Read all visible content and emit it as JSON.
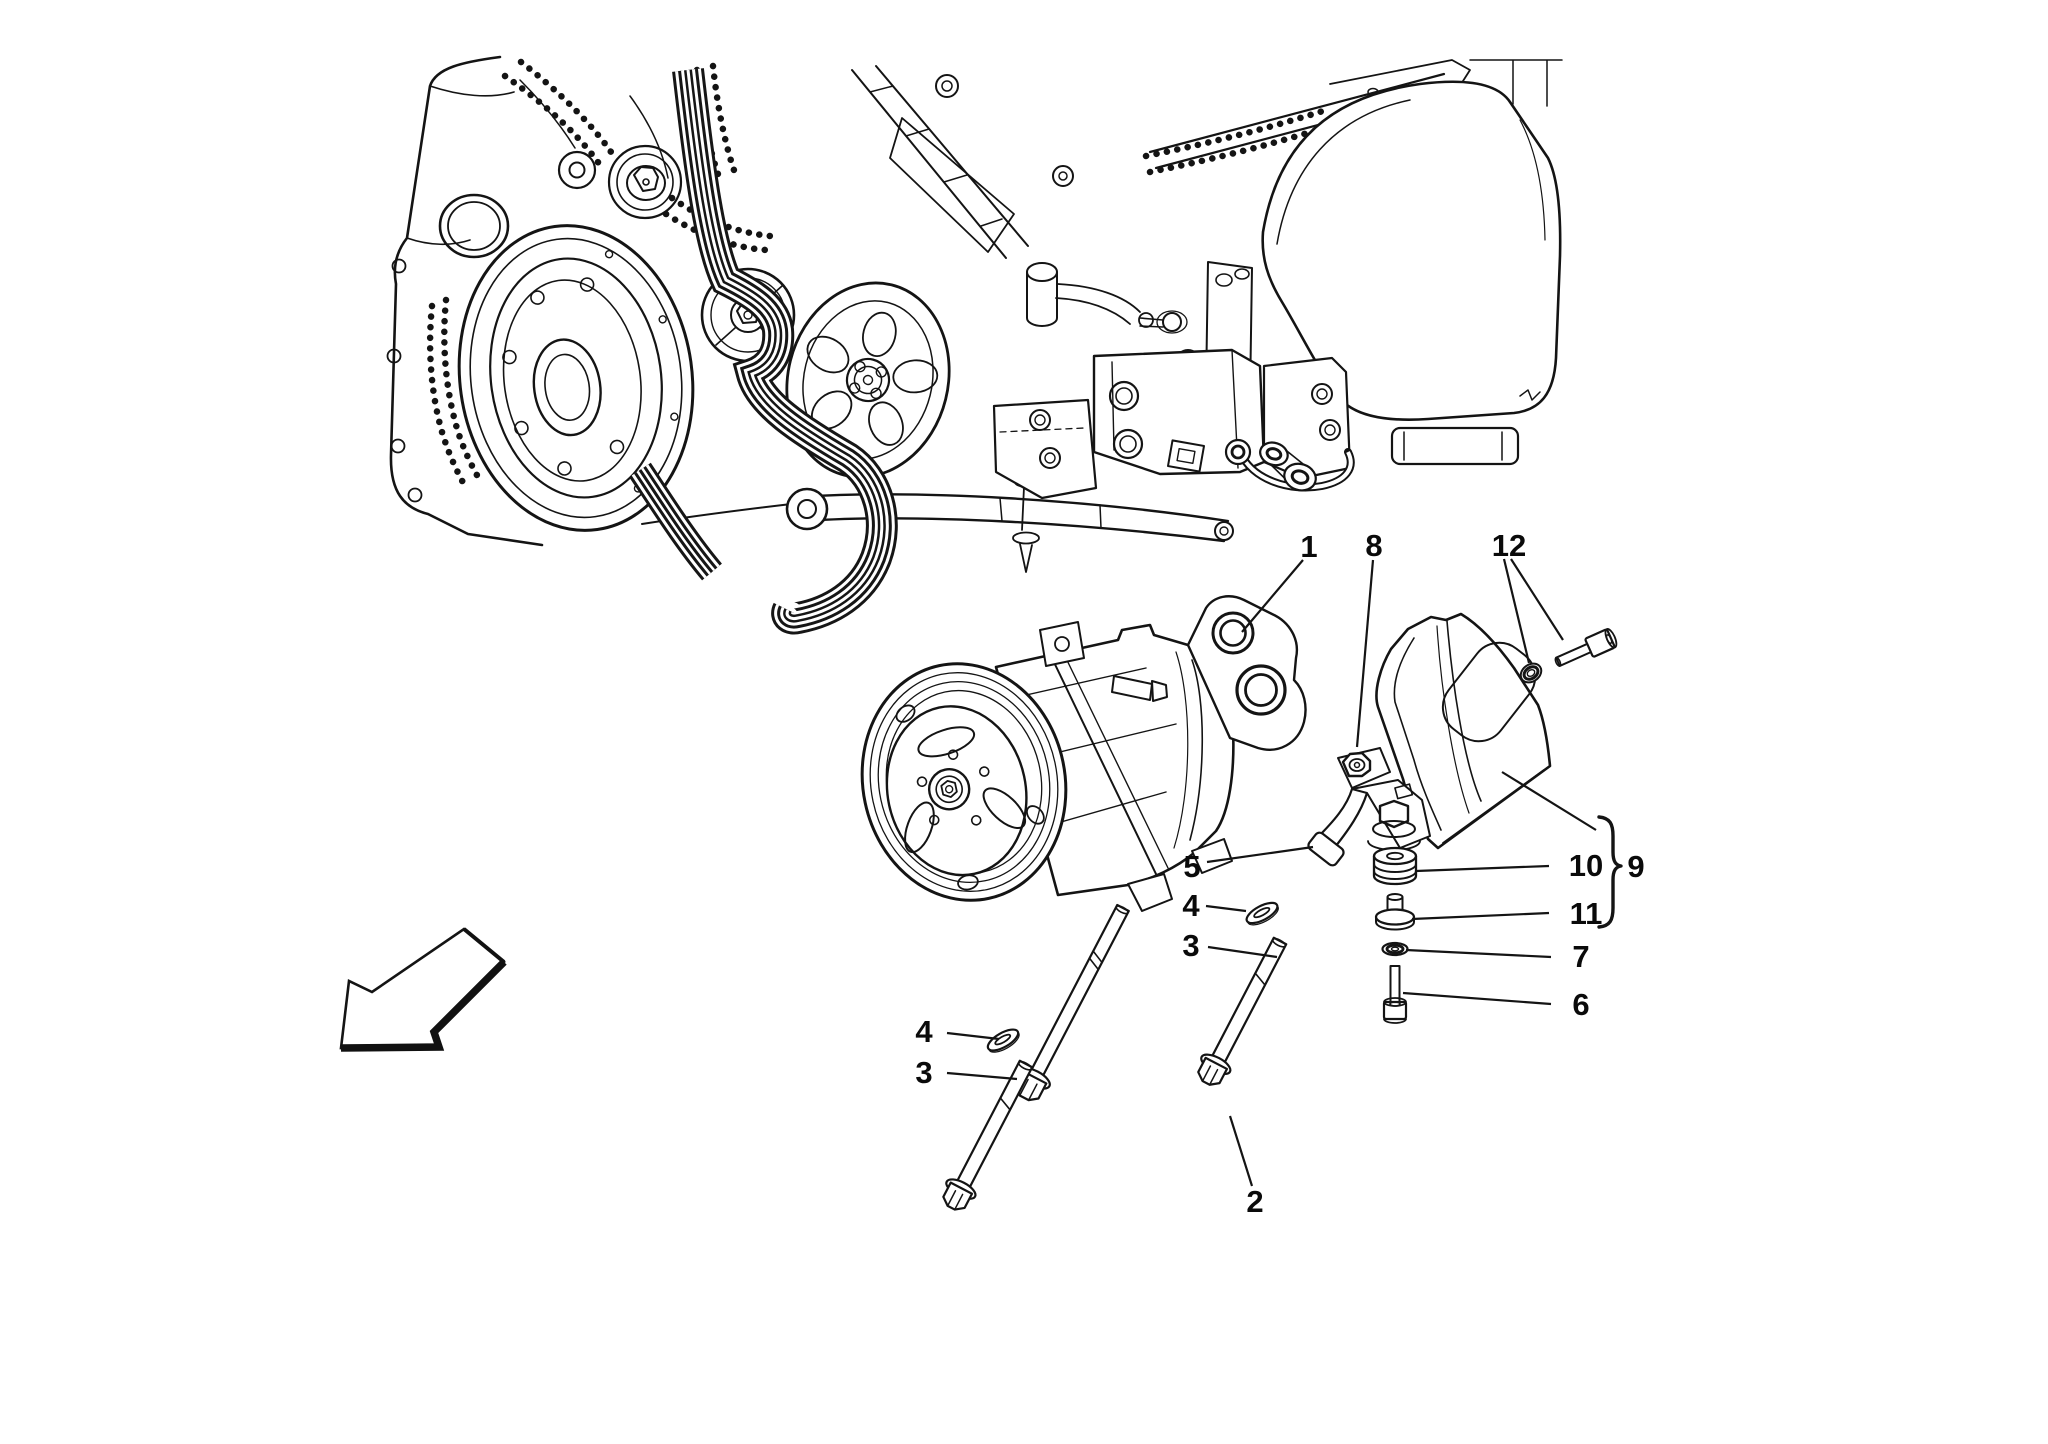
{
  "diagram": {
    "background": "#ffffff",
    "ink": "#141414"
  },
  "callouts": [
    {
      "id": "callout-1",
      "label": "1"
    },
    {
      "id": "callout-8",
      "label": "8"
    },
    {
      "id": "callout-12",
      "label": "12"
    },
    {
      "id": "callout-5",
      "label": "5"
    },
    {
      "id": "callout-4-right",
      "label": "4"
    },
    {
      "id": "callout-3-right",
      "label": "3"
    },
    {
      "id": "callout-10",
      "label": "10"
    },
    {
      "id": "callout-9",
      "label": "9"
    },
    {
      "id": "callout-11",
      "label": "11"
    },
    {
      "id": "callout-7",
      "label": "7"
    },
    {
      "id": "callout-6",
      "label": "6"
    },
    {
      "id": "callout-4-left",
      "label": "4"
    },
    {
      "id": "callout-3-left",
      "label": "3"
    },
    {
      "id": "callout-2",
      "label": "2"
    }
  ]
}
